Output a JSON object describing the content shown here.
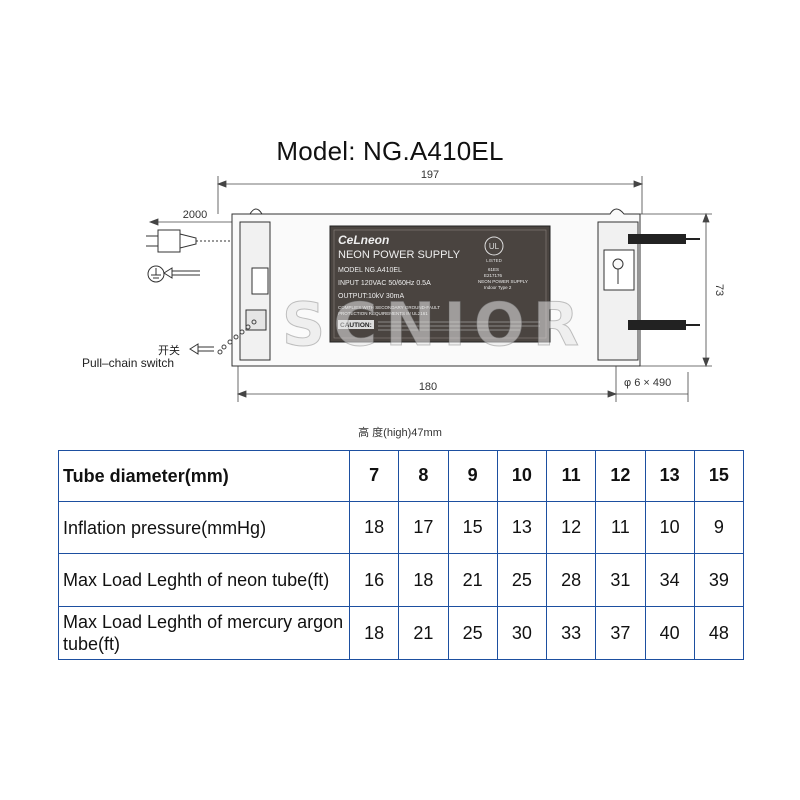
{
  "title": "Model: NG.A410EL",
  "dimensions": {
    "length_top": "197",
    "cord_length": "2000",
    "height_side": "73",
    "length_bottom": "180",
    "wire_spec": "φ 6 × 490",
    "height_note": "高 度(high)47mm"
  },
  "switch": {
    "label_cn": "开关",
    "label_en": "Pull–chain switch"
  },
  "nameplate": {
    "brand": "CeLneon",
    "product": "NEON POWER SUPPLY",
    "model": "MODEL  NG.A410EL",
    "input": "INPUT  120VAC  50/60Hz  0.5A",
    "output": "OUTPUT:10kV  30mA",
    "compliance_1": "COMPLIES WITH SECONDARY GROUND-FAULT",
    "compliance_2": "PROTECTION REQUIREMENTS IN UL2161",
    "caution": "CAUTION:",
    "ul_listed": "LISTED",
    "ul_line_1": "61ES",
    "ul_line_2": "E217176",
    "ul_line_3": "NEON POWER SUPPLY",
    "ul_line_4": "Indoor Type 2"
  },
  "watermark": "SCNIOR",
  "table": {
    "rows": [
      {
        "label": "Tube diameter(mm)",
        "values": [
          "7",
          "8",
          "9",
          "10",
          "11",
          "12",
          "13",
          "15"
        ]
      },
      {
        "label": "Inflation pressure(mmHg)",
        "values": [
          "18",
          "17",
          "15",
          "13",
          "12",
          "11",
          "10",
          "9"
        ]
      },
      {
        "label": "Max Load Leghth of neon tube(ft)",
        "values": [
          "16",
          "18",
          "21",
          "25",
          "28",
          "31",
          "34",
          "39"
        ]
      },
      {
        "label": "Max Load Leghth of mercury argon tube(ft)",
        "values": [
          "18",
          "21",
          "25",
          "30",
          "33",
          "37",
          "40",
          "48"
        ]
      }
    ]
  },
  "colors": {
    "table_border": "#1d4fa0",
    "plate_bg": "#4a4440"
  }
}
